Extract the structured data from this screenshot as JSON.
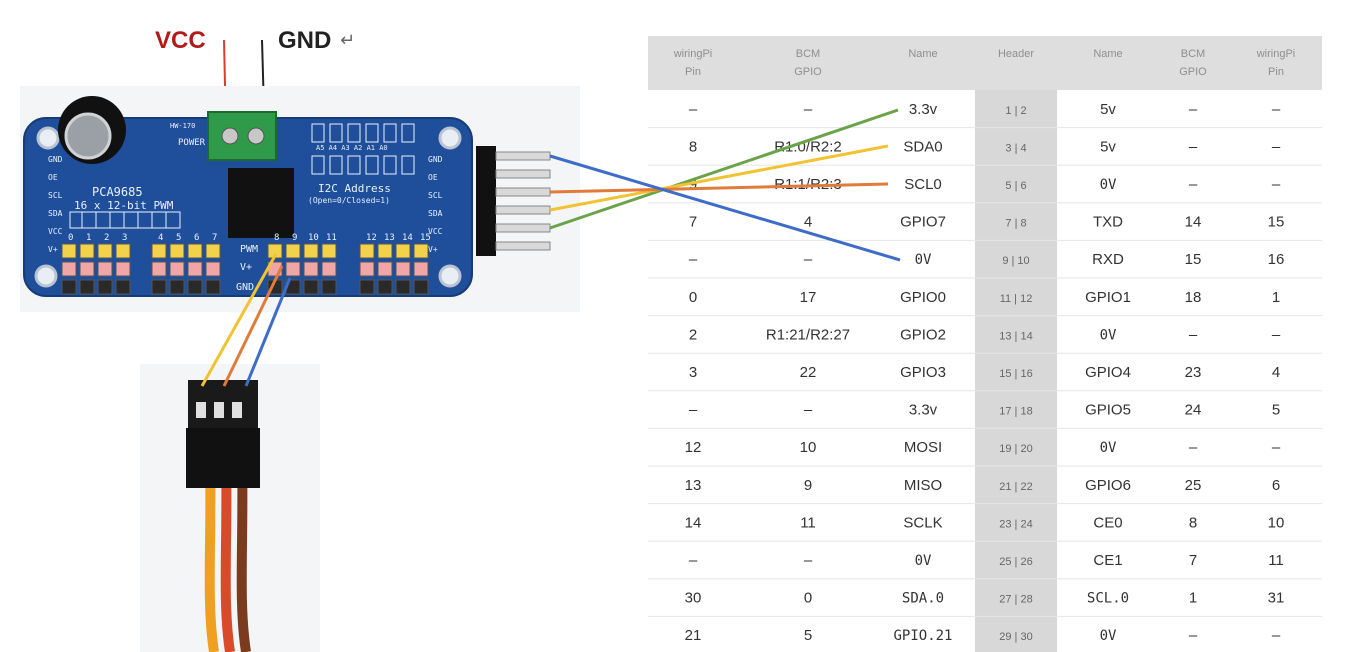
{
  "labels": {
    "vcc": "VCC",
    "gnd": "GND",
    "return_mark": "↵",
    "colors": {
      "vcc": "#b31b1b",
      "gnd": "#222222"
    }
  },
  "board": {
    "model": "HW-170",
    "chip": "PCA9685",
    "subtitle": "16 x 12-bit PWM",
    "power": "POWER",
    "i2c": "I2C Address",
    "i2c_sub": "(Open=0/Closed=1)",
    "addr_pads": "A5 A4 A3 A2 A1 A0",
    "pwm": "PWM",
    "vplus": "V+",
    "gnd": "GND",
    "left_pins": [
      "GND",
      "OE",
      "SCL",
      "SDA",
      "VCC",
      "V+"
    ],
    "right_pins": [
      "GND",
      "OE",
      "SCL",
      "SDA",
      "VCC",
      "V+"
    ],
    "channel_nums_a": [
      "0",
      "1",
      "2",
      "3"
    ],
    "channel_nums_b": [
      "4",
      "5",
      "6",
      "7"
    ],
    "channel_nums_c": [
      "8",
      "9",
      "10",
      "11"
    ],
    "channel_nums_d": [
      "12",
      "13",
      "14",
      "15"
    ]
  },
  "wires": {
    "green": "#6aa34a",
    "yellow": "#f1c232",
    "orange": "#e07b39",
    "blue": "#3d6cc9",
    "red": "#e03a2f",
    "black": "#222222"
  },
  "pin_table": {
    "headers": [
      [
        "wiringPi",
        "Pin"
      ],
      [
        "BCM",
        "GPIO"
      ],
      [
        "Name"
      ],
      [
        "Header"
      ],
      [
        "Name"
      ],
      [
        "BCM",
        "GPIO"
      ],
      [
        "wiringPi",
        "Pin"
      ]
    ],
    "rows": [
      {
        "wpL": "–",
        "bcmL": "–",
        "nameL": "3.3v",
        "colorL": "#b5322b",
        "header": "1 | 2",
        "nameR": "5v",
        "colorR": "#c99a2e",
        "bcmR": "–",
        "wpR": "–"
      },
      {
        "wpL": "8",
        "bcmL": "R1:0/R2:2",
        "nameL": "SDA0",
        "colorL": "#4ba6c9",
        "header": "3 | 4",
        "nameR": "5v",
        "colorR": "#c99a2e",
        "bcmR": "–",
        "wpR": "–"
      },
      {
        "wpL": "9",
        "bcmL": "R1:1/R2:3",
        "nameL": "SCL0",
        "colorL": "#4ba6c9",
        "header": "5 | 6",
        "nameR": "0V",
        "colorR": "#333333",
        "bcmR": "–",
        "wpR": "–"
      },
      {
        "wpL": "7",
        "bcmL": "4",
        "nameL": "GPIO7",
        "colorL": "#3c7a2a",
        "header": "7 | 8",
        "nameR": "TXD",
        "colorR": "#b5322b",
        "bcmR": "14",
        "wpR": "15"
      },
      {
        "wpL": "–",
        "bcmL": "–",
        "nameL": "0V",
        "colorL": "#333333",
        "header": "9 | 10",
        "nameR": "RXD",
        "colorR": "#b5322b",
        "bcmR": "15",
        "wpR": "16"
      },
      {
        "wpL": "0",
        "bcmL": "17",
        "nameL": "GPIO0",
        "colorL": "#3c7a2a",
        "header": "11 | 12",
        "nameR": "GPIO1",
        "colorR": "#3c7a2a",
        "bcmR": "18",
        "wpR": "1"
      },
      {
        "wpL": "2",
        "bcmL": "R1:21/R2:27",
        "nameL": "GPIO2",
        "colorL": "#3c7a2a",
        "header": "13 | 14",
        "nameR": "0V",
        "colorR": "#333333",
        "bcmR": "–",
        "wpR": "–"
      },
      {
        "wpL": "3",
        "bcmL": "22",
        "nameL": "GPIO3",
        "colorL": "#3c7a2a",
        "header": "15 | 16",
        "nameR": "GPIO4",
        "colorR": "#3c7a2a",
        "bcmR": "23",
        "wpR": "4"
      },
      {
        "wpL": "–",
        "bcmL": "–",
        "nameL": "3.3v",
        "colorL": "#b5322b",
        "header": "17 | 18",
        "nameR": "GPIO5",
        "colorR": "#3c7a2a",
        "bcmR": "24",
        "wpR": "5"
      },
      {
        "wpL": "12",
        "bcmL": "10",
        "nameL": "MOSI",
        "colorL": "#6b2a7a",
        "header": "19 | 20",
        "nameR": "0V",
        "colorR": "#333333",
        "bcmR": "–",
        "wpR": "–"
      },
      {
        "wpL": "13",
        "bcmL": "9",
        "nameL": "MISO",
        "colorL": "#6b2a7a",
        "header": "21 | 22",
        "nameR": "GPIO6",
        "colorR": "#3c7a2a",
        "bcmR": "25",
        "wpR": "6"
      },
      {
        "wpL": "14",
        "bcmL": "11",
        "nameL": "SCLK",
        "colorL": "#6b2a7a",
        "header": "23 | 24",
        "nameR": "CE0",
        "colorR": "#6b2a7a",
        "bcmR": "8",
        "wpR": "10"
      },
      {
        "wpL": "–",
        "bcmL": "–",
        "nameL": "0V",
        "colorL": "#333333",
        "header": "25 | 26",
        "nameR": "CE1",
        "colorR": "#6b2a7a",
        "bcmR": "7",
        "wpR": "11"
      },
      {
        "wpL": "30",
        "bcmL": "0",
        "nameL": "SDA.0",
        "colorL": "#222222",
        "header": "27 | 28",
        "nameR": "SCL.0",
        "colorR": "#222222",
        "bcmR": "1",
        "wpR": "31"
      },
      {
        "wpL": "21",
        "bcmL": "5",
        "nameL": "GPIO.21",
        "colorL": "#222222",
        "header": "29 | 30",
        "nameR": "0V",
        "colorR": "#222222",
        "bcmR": "–",
        "wpR": "–"
      }
    ]
  }
}
